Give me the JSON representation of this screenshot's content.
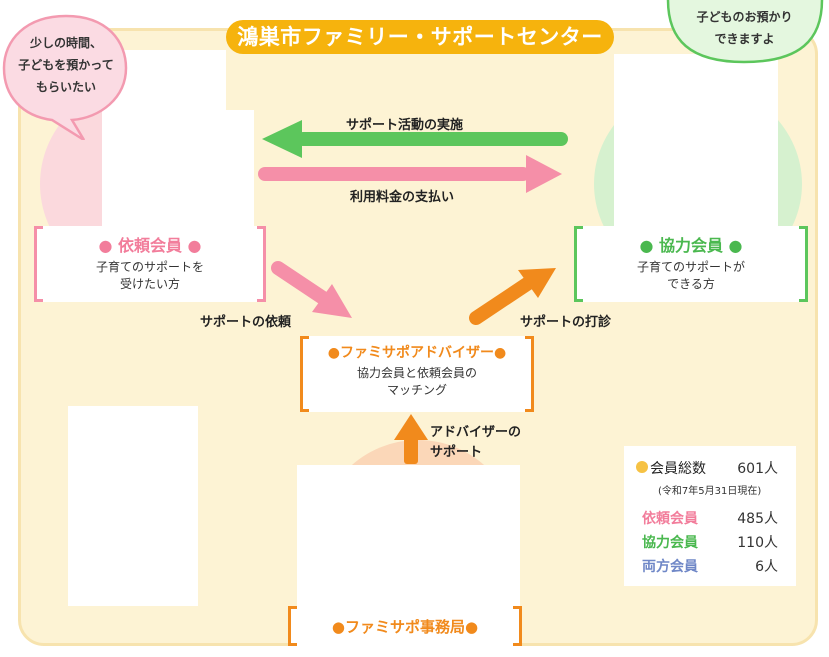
{
  "title": "鴻巣市ファミリー・サポートセンター",
  "bubble_left": [
    "少しの時間、",
    "子どもを預かって",
    "もらいたい"
  ],
  "bubble_right": [
    "子どものお預かり",
    "できますよ"
  ],
  "requester": {
    "title": "● 依頼会員 ●",
    "desc": [
      "子育てのサポートを",
      "受けたい方"
    ]
  },
  "cooperator": {
    "title": "● 協力会員 ●",
    "desc": [
      "子育てのサポートが",
      "できる方"
    ]
  },
  "advisor": {
    "title": "●ファミサポアドバイザー●",
    "desc": [
      "協力会員と依頼会員の",
      "マッチング"
    ]
  },
  "office": {
    "title": "●ファミサポ事務局●"
  },
  "arrows": {
    "support_activity": "サポート活動の実施",
    "fee_payment": "利用料金の支払い",
    "support_request": "サポートの依頼",
    "support_inquiry": "サポートの打診",
    "advisor_support": [
      "アドバイザーの",
      "サポート"
    ]
  },
  "stats": {
    "total_label": "会員総数",
    "total_value": "601人",
    "as_of": "(令和7年5月31日現在)",
    "rows": [
      {
        "label": "依頼会員",
        "value": "485人",
        "color": "#f27d9b"
      },
      {
        "label": "協力会員",
        "value": "110人",
        "color": "#4ab84f"
      },
      {
        "label": "両方会員",
        "value": "6人",
        "color": "#6f87c7"
      }
    ]
  },
  "colors": {
    "pink": "#f58fa8",
    "green": "#5cc65c",
    "orange": "#f18a1c",
    "title_yellow": "#f6b30d"
  }
}
